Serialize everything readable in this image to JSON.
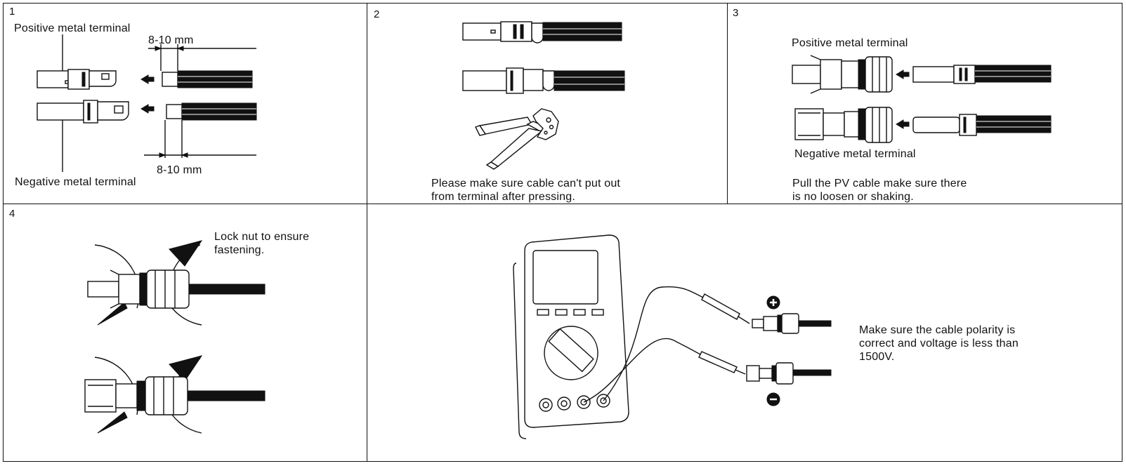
{
  "steps": [
    {
      "number": "1",
      "positive_label": "Positive metal terminal",
      "negative_label": "Negative metal terminal",
      "strip_top": "8-10 mm",
      "strip_bottom": "8-10 mm"
    },
    {
      "number": "2",
      "caption": "Please make sure cable can't put out\nfrom terminal after pressing."
    },
    {
      "number": "3",
      "positive_label": "Positive metal terminal",
      "negative_label": "Negative metal terminal",
      "caption": "Pull the PV cable make sure there\nis no loosen or shaking."
    },
    {
      "number": "4",
      "caption": "Lock nut to ensure\nfastening."
    },
    {
      "caption": "Make sure the cable polarity is\ncorrect and voltage is less than\n1500V."
    }
  ],
  "symbols": {
    "plus": "+",
    "minus": "-"
  }
}
